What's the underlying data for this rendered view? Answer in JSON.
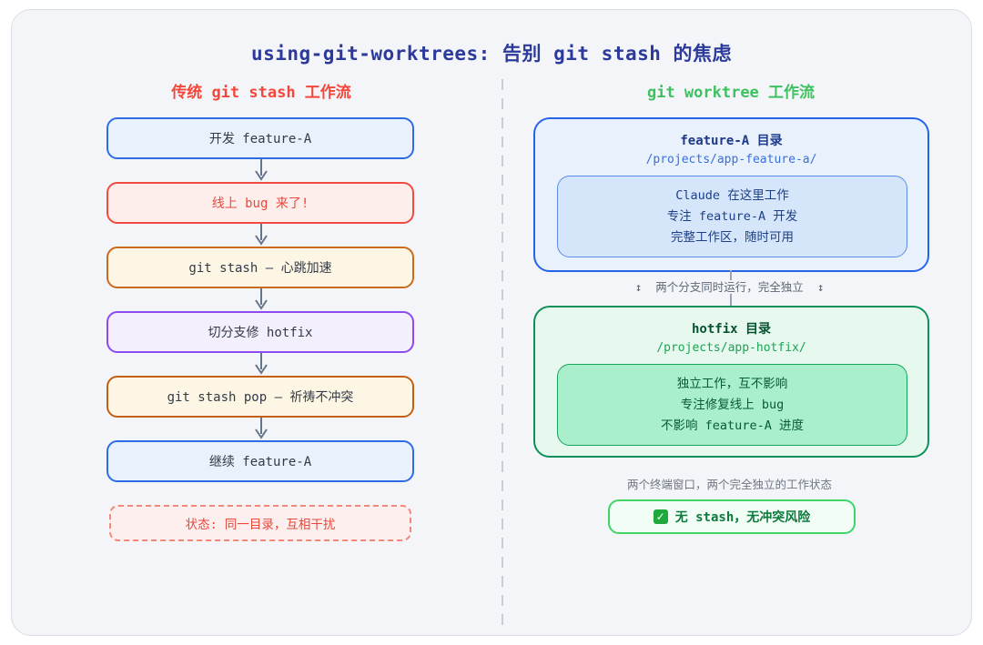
{
  "title": "using-git-worktrees: 告别 git stash 的焦虑",
  "left": {
    "heading": "传统 git stash 工作流",
    "steps": [
      {
        "label": "开发 feature-A"
      },
      {
        "label": "线上 bug 来了!"
      },
      {
        "label": "git stash — 心跳加速"
      },
      {
        "label": "切分支修 hotfix"
      },
      {
        "label": "git stash pop — 祈祷不冲突"
      },
      {
        "label": "继续 feature-A"
      }
    ],
    "status_note": "状态: 同一目录，互相干扰"
  },
  "right": {
    "heading": "git worktree 工作流",
    "feature_box": {
      "title": "feature-A 目录",
      "path": "/projects/app-feature-a/",
      "line1": "Claude 在这里工作",
      "line2": "专注 feature-A 开发",
      "line3": "完整工作区，随时可用"
    },
    "connector_label": "↕  两个分支同时运行，完全独立  ↕",
    "hotfix_box": {
      "title": "hotfix 目录",
      "path": "/projects/app-hotfix/",
      "line1": "独立工作，互不影响",
      "line2": "专注修复线上 bug",
      "line3": "不影响 feature-A 进度"
    },
    "caption": "两个终端窗口，两个完全独立的工作状态",
    "badge": {
      "check_glyph": "✓",
      "label": "无 stash，无冲突风险"
    }
  },
  "colors": {
    "title": "#2b3a9b",
    "left_heading": "#f4473b",
    "right_heading": "#3fc162",
    "blue_border": "#2563eb",
    "red_border": "#f14a3e",
    "orange_border": "#c96b1d",
    "purple_border": "#8c4af0",
    "green_border": "#0d9159",
    "badge_border": "#3fd467",
    "arrow": "#64748b"
  }
}
